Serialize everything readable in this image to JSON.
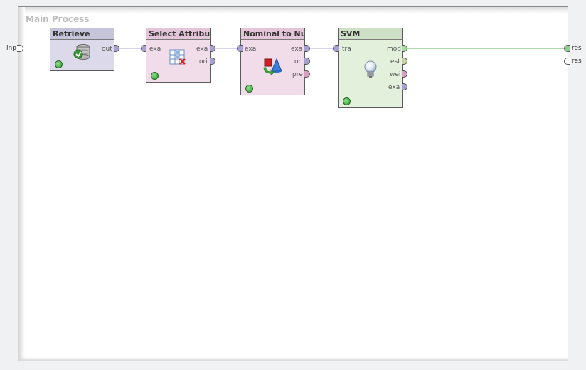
{
  "process": {
    "title": "Main Process"
  },
  "external_ports": {
    "input": {
      "label": "inp"
    },
    "outputs": [
      {
        "label": "res"
      },
      {
        "label": "res"
      }
    ]
  },
  "operators": {
    "retrieve": {
      "title": "Retrieve",
      "icon": "database-icon",
      "header_color": "#c6c4d8",
      "body_color": "#dcdaea",
      "outputs": [
        {
          "label": "out",
          "color": "#a8a0d0"
        }
      ]
    },
    "select_attributes": {
      "title": "Select Attribu...",
      "icon": "table-delete-icon",
      "header_color": "#e3c4d8",
      "body_color": "#f1dcea",
      "inputs": [
        {
          "label": "exa",
          "color": "#a8a0d0"
        }
      ],
      "outputs": [
        {
          "label": "exa",
          "color": "#a8a0d0"
        },
        {
          "label": "ori",
          "color": "#a8a0d0"
        }
      ]
    },
    "nominal_to_numerical": {
      "title": "Nominal to Nu...",
      "icon": "shapes-convert-icon",
      "header_color": "#e3c4d8",
      "body_color": "#f1dcea",
      "inputs": [
        {
          "label": "exa",
          "color": "#a8a0d0"
        }
      ],
      "outputs": [
        {
          "label": "exa",
          "color": "#a8a0d0"
        },
        {
          "label": "ori",
          "color": "#a8a0d0"
        },
        {
          "label": "pre",
          "color": "#d8a0c0"
        }
      ]
    },
    "svm": {
      "title": "SVM",
      "icon": "lightbulb-icon",
      "header_color": "#cde0c6",
      "body_color": "#e2f0dc",
      "inputs": [
        {
          "label": "tra",
          "color": "#a8a0d0"
        }
      ],
      "outputs": [
        {
          "label": "mod",
          "color": "#a8d8a0"
        },
        {
          "label": "est",
          "color": "#c8d0a8"
        },
        {
          "label": "wei",
          "color": "#d8a0c8"
        },
        {
          "label": "exa",
          "color": "#a8a0d0"
        }
      ]
    }
  },
  "colors": {
    "wire_example": "#b0a8d8",
    "wire_model": "#8fcf8f",
    "status_ok": "#3aa63a"
  }
}
